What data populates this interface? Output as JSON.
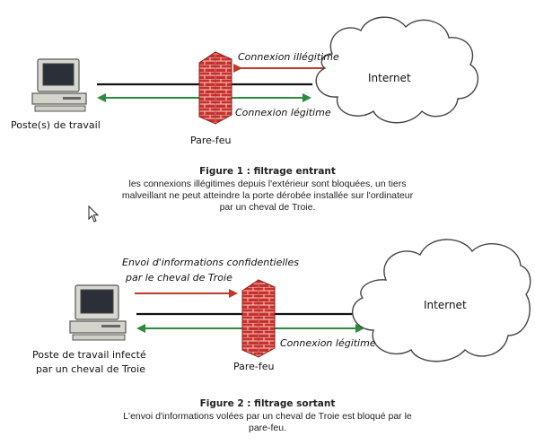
{
  "figure1": {
    "workstation_label": "Poste(s) de travail",
    "firewall_label": "Pare-feu",
    "internet_label": "Internet",
    "arrow_illegit_label": "Connexion illégitime",
    "arrow_legit_label": "Connexion légitime",
    "caption_title": "Figure 1 : filtrage entrant",
    "caption_text": "les connexions illégitimes depuis l'extérieur sont bloquées, un tiers malveillant ne peut atteindre la porte dérobée installée sur l'ordinateur par un cheval de Troie."
  },
  "figure2": {
    "workstation_label_line1": "Poste de travail infecté",
    "workstation_label_line2": "par un cheval de Troie",
    "firewall_label": "Pare-feu",
    "internet_label": "Internet",
    "arrow_leak_label_line1": "Envoi d'informations confidentielles",
    "arrow_leak_label_line2": "par le cheval de Troie",
    "arrow_legit_label": "Connexion légitime",
    "caption_title": "Figure 2 : filtrage sortant",
    "caption_text": "L'envoi d'informations volées par un cheval de Troie est bloqué par le pare-feu."
  },
  "colors": {
    "illegitimate_arrow": "#c0392b",
    "legitimate_arrow": "#2e8b3e",
    "firewall_brick": "#c9302c",
    "line": "#111111"
  },
  "icons": [
    "computer-icon",
    "firewall-icon",
    "cloud-icon",
    "mouse-cursor-icon"
  ]
}
